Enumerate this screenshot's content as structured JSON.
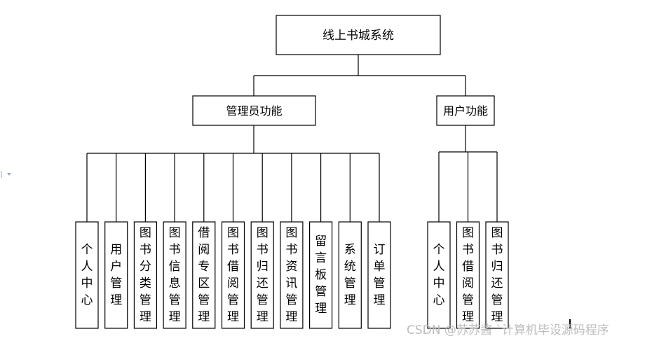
{
  "root": {
    "label": "线上书城系统"
  },
  "groups": [
    {
      "label": "管理员功能",
      "children": [
        "个人中心",
        "用户管理",
        "图书分类管理",
        "图书信息管理",
        "借阅专区管理",
        "图书借阅管理",
        "图书归还管理",
        "图书资讯管理",
        "留言板管理",
        "系统管理",
        "订单管理"
      ]
    },
    {
      "label": "用户功能",
      "children": [
        "个人中心",
        "图书借阅管理",
        "图书归还管理"
      ]
    }
  ],
  "watermark": "CSDN @苏苏酱   `计算机毕设源码程序"
}
